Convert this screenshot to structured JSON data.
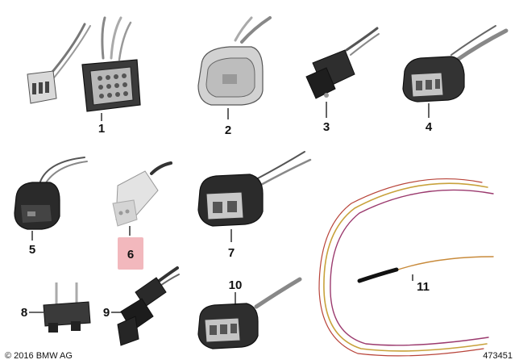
{
  "parts": [
    {
      "label": "1",
      "name": "12-pin connector with latch housing and single 3-pin plug"
    },
    {
      "label": "2",
      "name": "oval multi-pin socket housing"
    },
    {
      "label": "3",
      "name": "2-pin inline plug"
    },
    {
      "label": "4",
      "name": "3-pin angled socket housing"
    },
    {
      "label": "5",
      "name": "2-pin socket housing"
    },
    {
      "label": "6",
      "name": "white multi-pin plug housing"
    },
    {
      "label": "7",
      "name": "2-pin socket housing with wires"
    },
    {
      "label": "8",
      "name": "2-pin bridge contact"
    },
    {
      "label": "9",
      "name": "inline connector with wires"
    },
    {
      "label": "10",
      "name": "3-pin socket housing"
    },
    {
      "label": "11",
      "name": "repair cable set"
    }
  ],
  "highlight_label": "6",
  "highlight_color": "#f2b8bd",
  "copyright": "© 2016 BMW AG",
  "diagram_number": "473451"
}
